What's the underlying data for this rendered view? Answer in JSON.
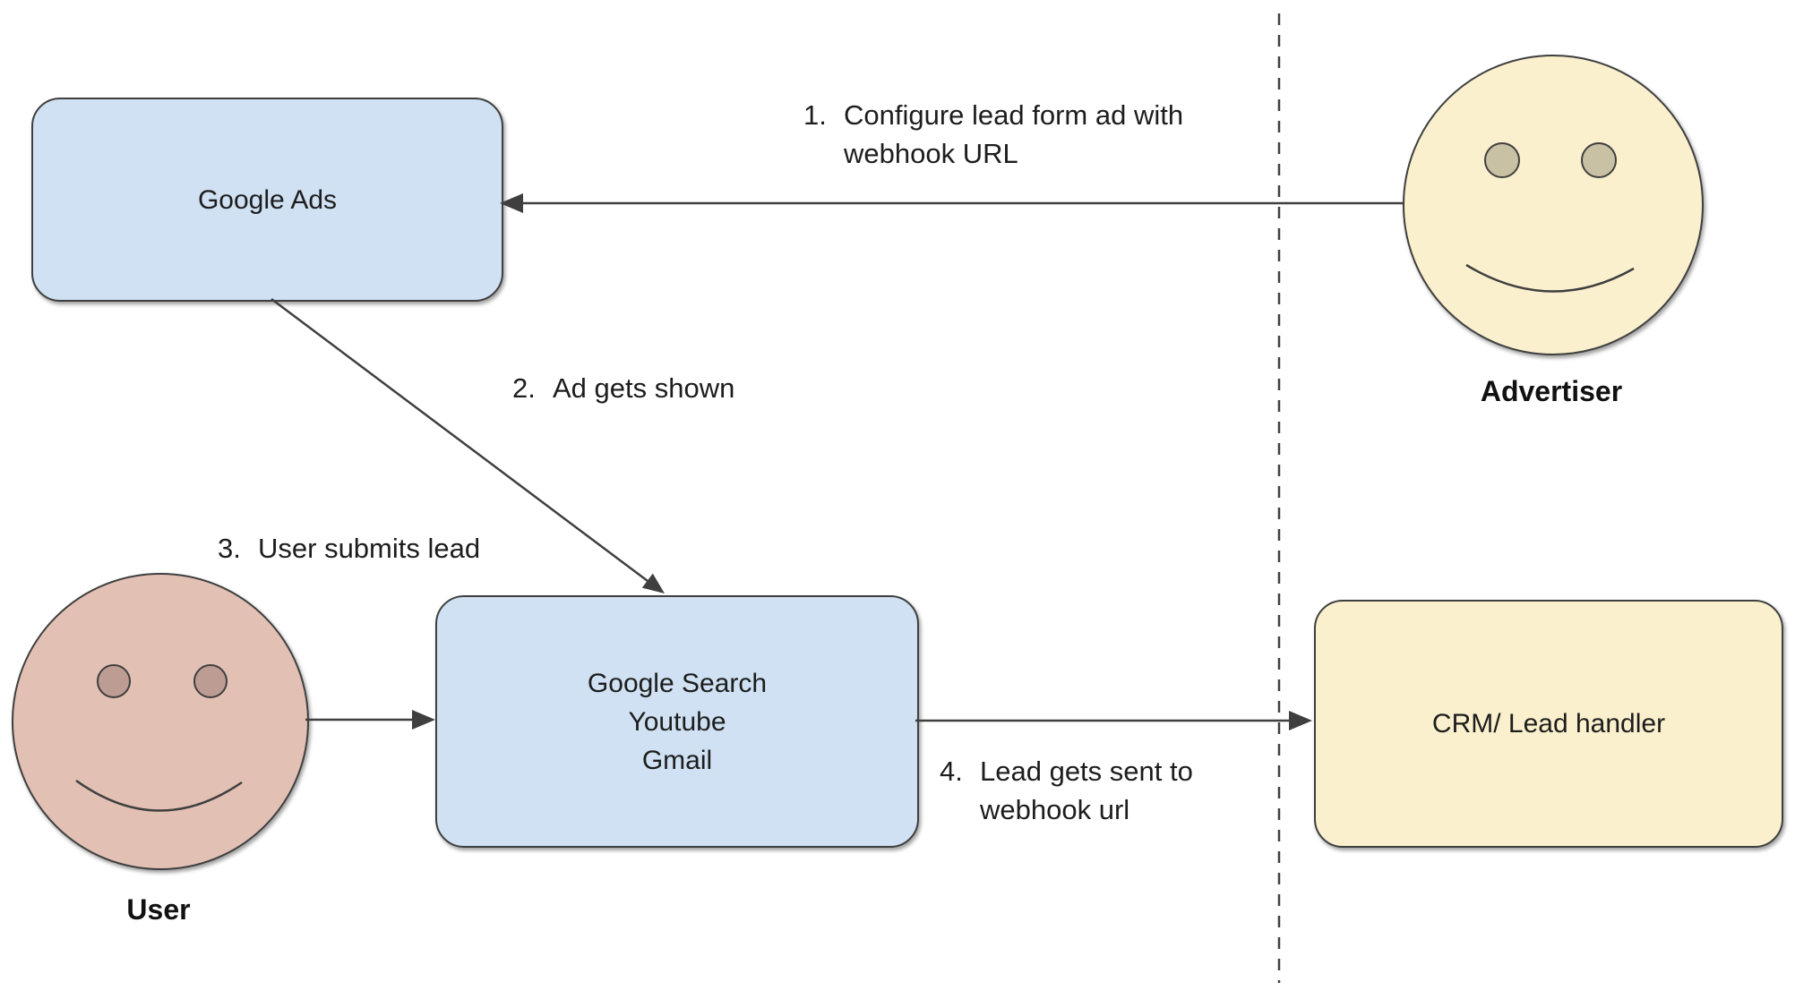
{
  "diagram": {
    "title_implied": "Google Ads lead form webhook flow",
    "nodes": {
      "google_ads": {
        "label": "Google Ads"
      },
      "google_surfaces": {
        "lines": [
          "Google Search",
          "Youtube",
          "Gmail"
        ]
      },
      "crm": {
        "label": "CRM/ Lead handler"
      }
    },
    "actors": {
      "advertiser": {
        "label": "Advertiser"
      },
      "user": {
        "label": "User"
      }
    },
    "annotations": {
      "step1": {
        "number": "1.",
        "line1": "Configure lead form ad with",
        "line2": "webhook URL"
      },
      "step2": {
        "number": "2.",
        "text": "Ad gets shown"
      },
      "step3": {
        "number": "3.",
        "text": "User submits lead"
      },
      "step4": {
        "number": "4.",
        "line1": "Lead gets sent to",
        "line2": "webhook url"
      }
    },
    "colors": {
      "box_blue_fill": "#cfe1f2",
      "box_yellow_fill": "#faf0cd",
      "face_pink_fill": "#e2c0b4",
      "eye_tan_fill": "#c9c1a4",
      "eye_pink_fill": "#bc9c93",
      "stroke": "#3f3f3f",
      "text": "#1d1d1d",
      "background": "#ffffff"
    }
  }
}
